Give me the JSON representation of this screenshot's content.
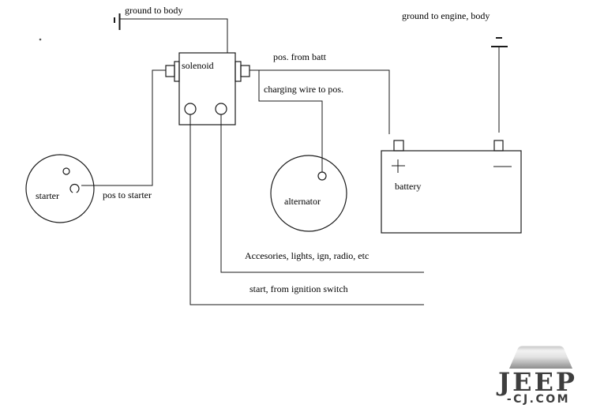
{
  "colors": {
    "background": "#ffffff",
    "line": "#1a1a1a",
    "text": "#000000",
    "logo_text": "#3e3e3e",
    "logo_shape_top": "#c4c4c4",
    "logo_shape_light": "#f2f2f2",
    "logo_shape_dark": "#8d8d8d"
  },
  "diagram": {
    "labels": {
      "ground_to_body": "ground to body",
      "ground_to_engine_body": "ground to engine, body",
      "pos_from_batt": "pos. from batt",
      "charging_wire_to_pos": "charging wire to pos.",
      "solenoid": "solenoid",
      "starter": "starter",
      "pos_to_starter": "pos to starter",
      "alternator": "alternator",
      "battery": "battery",
      "accessories_line": "Accesories, lights, ign, radio, etc",
      "ignition_line": "start, from ignition switch"
    },
    "symbols": {
      "battery_positive": "+",
      "battery_negative": "−",
      "ground_left": "ground-symbol",
      "ground_right": "ground-symbol"
    }
  },
  "logo": {
    "brand": "JEEP",
    "domain": "-CJ.COM"
  }
}
